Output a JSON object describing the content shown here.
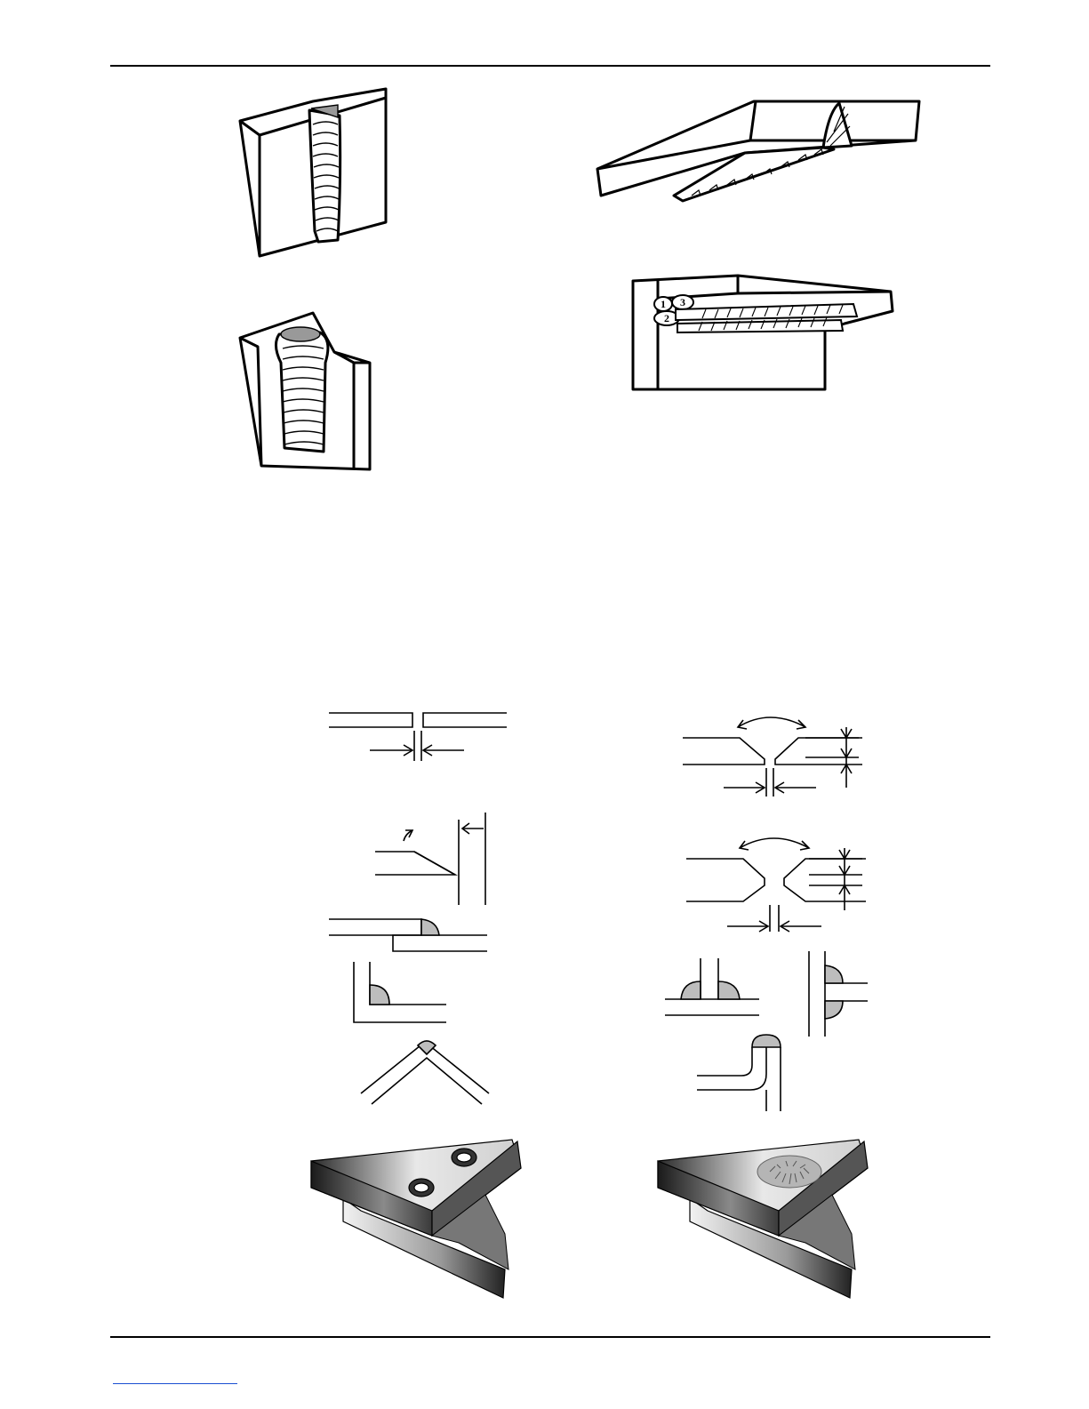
{
  "page": {
    "header_rule": true,
    "footer_rule": true,
    "footer_link_underline": true
  },
  "figures": {
    "drawing_1": {
      "icon": "vertical-butt-weld-block-icon"
    },
    "drawing_2": {
      "icon": "overhead-fillet-weld-icon"
    },
    "drawing_3": {
      "icon": "vertical-grooved-weld-block-icon"
    },
    "drawing_4": {
      "icon": "multipass-horizontal-fillet-weld-icon",
      "bead_labels": [
        "1",
        "3",
        "2"
      ]
    },
    "drawing_5": {
      "icon": "square-butt-joint-icon"
    },
    "drawing_6": {
      "icon": "single-v-groove-joint-icon"
    },
    "drawing_7": {
      "icon": "bevel-joint-icon"
    },
    "drawing_8": {
      "icon": "double-v-groove-joint-icon"
    },
    "drawing_9": {
      "icon": "lap-joint-icon"
    },
    "drawing_10": {
      "icon": "corner-fillet-joint-icon"
    },
    "drawing_11": {
      "icon": "t-joint-double-fillet-icon"
    },
    "drawing_12": {
      "icon": "vertical-t-joint-icon"
    },
    "drawing_13": {
      "icon": "outside-corner-joint-icon"
    },
    "drawing_14": {
      "icon": "edge-flange-joint-icon"
    },
    "drawing_15": {
      "icon": "spot-weld-pair-icon"
    },
    "drawing_16": {
      "icon": "seam-spot-weld-icon"
    }
  },
  "colors": {
    "ink": "#000000",
    "weld_fill": "#bdbdbd",
    "link": "#1a4fd1"
  }
}
